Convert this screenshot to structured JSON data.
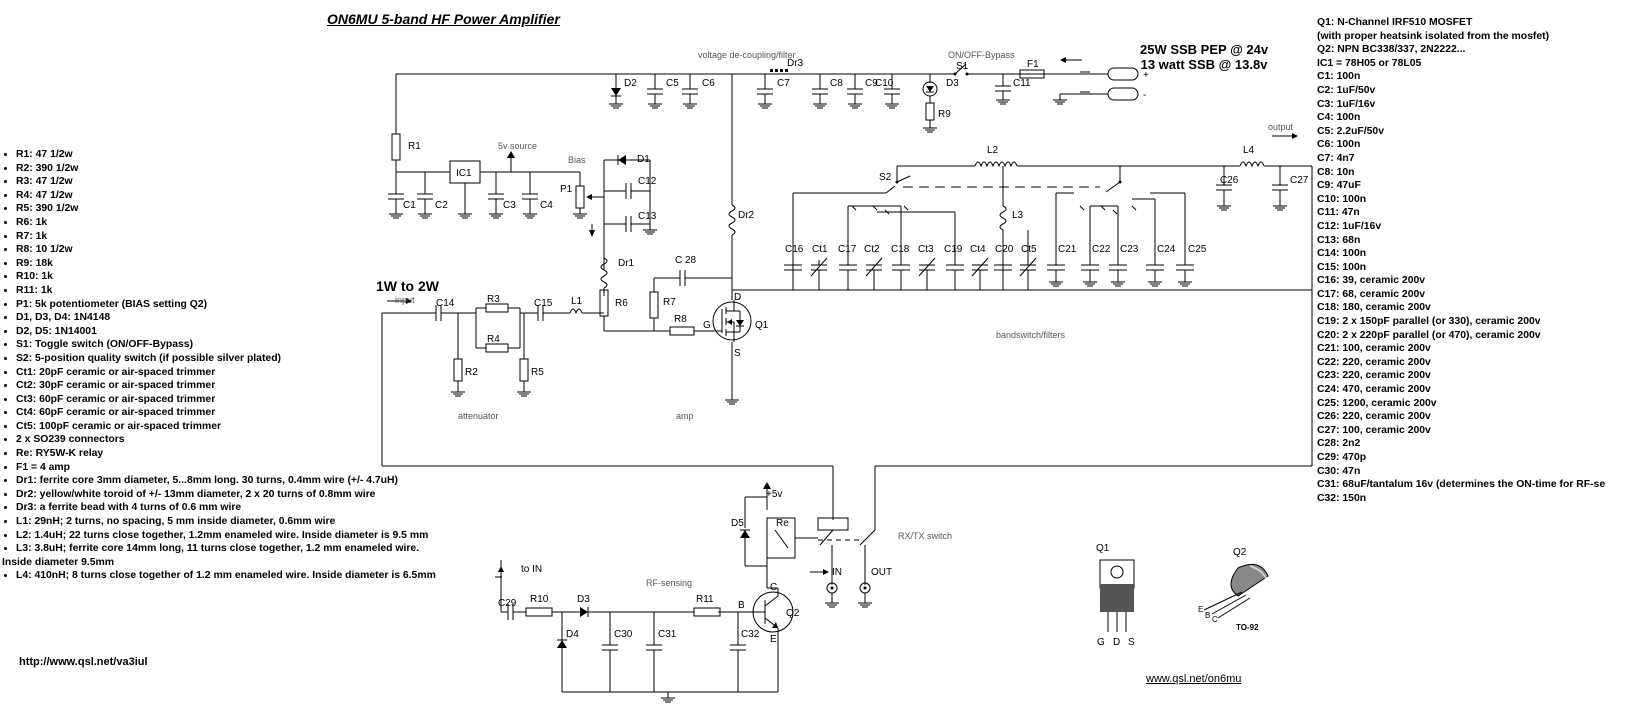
{
  "title": "ON6MU 5-band HF Power Amplifier",
  "power": {
    "line1": "25W SSB PEP @ 24v",
    "line2": "13 watt SSB @ 13.8v"
  },
  "input_level": "1W to 2W",
  "left_parts": [
    "R1: 47 1/2w",
    "R2: 390 1/2w",
    "R3: 47 1/2w",
    "R4: 47 1/2w",
    "R5: 390 1/2w",
    "R6: 1k",
    "R7: 1k",
    "R8: 10 1/2w",
    "R9: 18k",
    "R10: 1k",
    "R11: 1k",
    "P1: 5k potentiometer (BIAS setting Q2)",
    "D1, D3, D4: 1N4148",
    "D2, D5: 1N14001",
    "S1: Toggle switch (ON/OFF-Bypass)",
    "S2: 5-position quality switch (if possible silver plated)",
    "Ct1: 20pF ceramic or air-spaced trimmer",
    "Ct2: 30pF ceramic or air-spaced trimmer",
    "Ct3: 60pF ceramic or air-spaced trimmer",
    "Ct4: 60pF ceramic or air-spaced trimmer",
    "Ct5: 100pF ceramic or air-spaced trimmer",
    "2 x SO239 connectors",
    "Re: RY5W-K relay",
    "F1 = 4 amp",
    "Dr1: ferrite core 3mm diameter, 5...8mm long. 30 turns, 0.4mm wire (+/- 4.7uH)",
    "Dr2: yellow/white toroid of +/- 13mm diameter, 2 x 20 turns of 0.8mm wire",
    "Dr3: a ferrite bead with 4 turns of 0.6 mm wire",
    "L1: 29nH; 2 turns, no spacing, 5 mm inside diameter, 0.6mm wire",
    "L2: 1.4uH; 22 turns close together, 1.2mm enameled wire. Inside diameter is 9.5 mm",
    "L3: 3.8uH; ferrite core 14mm long, 11 turns close together, 1.2 mm enameled wire."
  ],
  "left_parts_cont": "Inside diameter 9.5mm",
  "left_parts_last": "L4: 410nH; 8 turns close together of 1.2 mm enameled wire. Inside diameter is 6.5mm",
  "right_parts": [
    "Q1: N-Channel IRF510 MOSFET",
    "(with proper heatsink isolated from the mosfet)",
    "Q2: NPN BC338/337, 2N2222...",
    "IC1 = 78H05 or 78L05",
    "C1: 100n",
    "C2: 1uF/50v",
    "C3: 1uF/16v",
    "C4: 100n",
    "C5: 2.2uF/50v",
    "C6: 100n",
    "C7: 4n7",
    "C8: 10n",
    "C9: 47uF",
    "C10: 100n",
    "C11: 47n",
    "C12: 1uF/16v",
    "C13: 68n",
    "C14: 100n",
    "C15: 100n",
    "C16: 39, ceramic 200v",
    "C17: 68, ceramic 200v",
    "C18: 180, ceramic 200v",
    "C19: 2 x 150pF parallel (or 330), ceramic 200v",
    "C20: 2 x 220pF parallel (or 470), ceramic 200v",
    "C21: 100, ceramic 200v",
    "C22: 220, ceramic 200v",
    "C23: 220, ceramic 200v",
    "C24: 470, ceramic 200v",
    "C25: 1200, ceramic 200v",
    "C26: 220, ceramic 200v",
    "C27: 100, ceramic 200v",
    "C28: 2n2",
    "C29: 470p",
    "C30: 47n",
    "C31: 68uF/tantalum 16v (determines the ON-time for RF-se",
    "C32: 150n"
  ],
  "urls": {
    "left": "http://www.qsl.net/va3iul",
    "right": "www.qsl.net/on6mu"
  },
  "sections": {
    "decoupling": "voltage de-coupling/filter",
    "onoff": "ON/OFF-Bypass",
    "source5v": "5v source",
    "bias": "Bias",
    "attenuator": "attenuator",
    "amp": "amp",
    "bandswitch": "bandswitch/filters",
    "rxtx": "RX/TX switch",
    "rfsensing": "RF-sensing",
    "output": "output",
    "input": "input",
    "to_in": "to IN",
    "plus5v": "+5v",
    "in_conn": "IN",
    "out_conn": "OUT"
  },
  "component_labels": {
    "R1": "R1",
    "R2": "R2",
    "R3": "R3",
    "R4": "R4",
    "R5": "R5",
    "R6": "R6",
    "R7": "R7",
    "R8": "R8",
    "R9": "R9",
    "R10": "R10",
    "R11": "R11",
    "C1": "C1",
    "C2": "C2",
    "C3": "C3",
    "C4": "C4",
    "C5": "C5",
    "C6": "C6",
    "C7": "C7",
    "C8": "C8",
    "C9": "C9",
    "C10": "C10",
    "C11": "C11",
    "C12": "C12",
    "C13": "C13",
    "C14": "C14",
    "C15": "C15",
    "C16": "C16",
    "C17": "C17",
    "C18": "C18",
    "C19": "C19",
    "C20": "C20",
    "C21": "C21",
    "C22": "C22",
    "C23": "C23",
    "C24": "C24",
    "C25": "C25",
    "C26": "C26",
    "C27": "C27",
    "C28": "C 28",
    "C29": "C29",
    "C30": "C30",
    "C31": "C31",
    "C32": "C32",
    "Ct1": "Ct1",
    "Ct2": "Ct2",
    "Ct3": "Ct3",
    "Ct4": "Ct4",
    "Ct5": "Ct5",
    "D1": "D1",
    "D2": "D2",
    "D3": "D3",
    "D4": "D4",
    "D5": "D5",
    "L1": "L1",
    "L2": "L2",
    "L3": "L3",
    "L4": "L4",
    "Dr1": "Dr1",
    "Dr2": "Dr2",
    "Dr3": "Dr3",
    "IC1": "IC1",
    "P1": "P1",
    "S1": "S1",
    "S2": "S2",
    "F1": "F1",
    "Q1": "Q1",
    "Q2": "Q2",
    "Re": "Re",
    "pinD": "D",
    "pinG": "G",
    "pinS": "S",
    "pinB": "B",
    "pinC": "C",
    "pinE": "E",
    "plus": "+",
    "minus": "-"
  },
  "packages": {
    "q1_title": "Q1",
    "q1_pins": [
      "G",
      "D",
      "S"
    ],
    "q2_title": "Q2",
    "q2_pins": [
      "E",
      "B",
      "C"
    ],
    "q2_case": "TO-92"
  }
}
